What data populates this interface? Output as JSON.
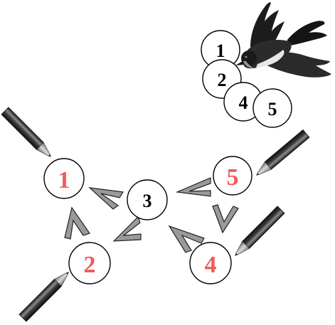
{
  "bird_group": {
    "labels": [
      "1",
      "2",
      "4",
      "5"
    ]
  },
  "diagram": {
    "nodes": [
      {
        "id": "n1",
        "label": "1",
        "color": "red"
      },
      {
        "id": "n2",
        "label": "2",
        "color": "red"
      },
      {
        "id": "n3",
        "label": "3",
        "color": "black"
      },
      {
        "id": "n4",
        "label": "4",
        "color": "red"
      },
      {
        "id": "n5",
        "label": "5",
        "color": "red"
      }
    ]
  },
  "colors": {
    "red_label": "#f05a5a",
    "black_label": "#000000",
    "chevron_fill": "#9a9a9a"
  },
  "icons": [
    "bird-icon",
    "pencil-icon"
  ]
}
